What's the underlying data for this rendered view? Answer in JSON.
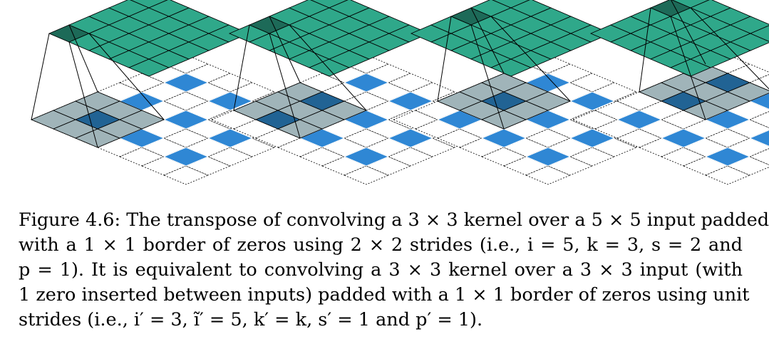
{
  "figure": {
    "panels": [
      {
        "output_highlight": [
          0,
          0
        ],
        "kernel_origin": [
          0,
          0
        ]
      },
      {
        "output_highlight": [
          0,
          1
        ],
        "kernel_origin": [
          0,
          1
        ]
      },
      {
        "output_highlight": [
          0,
          2
        ],
        "kernel_origin": [
          0,
          2
        ]
      },
      {
        "output_highlight": [
          0,
          3
        ],
        "kernel_origin": [
          0,
          3
        ]
      }
    ],
    "input_grid_size": 7,
    "input_cells": [
      [
        1,
        1
      ],
      [
        1,
        3
      ],
      [
        1,
        5
      ],
      [
        3,
        1
      ],
      [
        3,
        3
      ],
      [
        3,
        5
      ],
      [
        5,
        1
      ],
      [
        5,
        3
      ],
      [
        5,
        5
      ]
    ],
    "output_grid_size": 5,
    "kernel_size": 3,
    "colors": {
      "output_fill": "#2fa88a",
      "output_highlight": "#1d6a58",
      "input_cell": "#2f87d4",
      "kernel_shade": "#8fa7ad",
      "kernel_overlap": "#1f5d88",
      "grid_line": "#000000"
    }
  },
  "caption": {
    "lines": [
      "Figure 4.6:  The transpose of convolving a 3 × 3 kernel over a 5 × 5 input padded",
      "with a 1 × 1 border of zeros using 2 × 2 strides (i.e., i = 5, k = 3, s = 2 and",
      "p = 1).  It is equivalent to convolving a 3 × 3 kernel over a 3 × 3 input (with",
      "1 zero inserted between inputs) padded with a 1 × 1 border of zeros using unit",
      "strides (i.e., i′ = 3, ĩ′ = 5, k′ = k, s′ = 1 and p′ = 1)."
    ]
  }
}
